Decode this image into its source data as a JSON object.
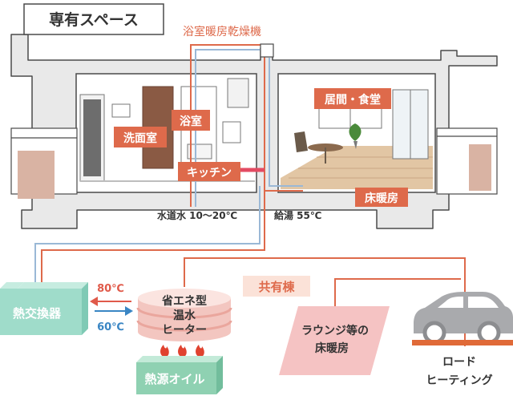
{
  "header": {
    "title": "専有スペース"
  },
  "bathroom_dryer": {
    "label": "浴室暖房乾燥機"
  },
  "rooms": {
    "washroom": "洗面室",
    "bathroom": "浴室",
    "kitchen": "キッチン",
    "living": "居間・食堂",
    "floor_heating": "床暖房"
  },
  "water": {
    "tap": "水道水 10〜20℃",
    "hot": "給湯 55℃"
  },
  "equipment": {
    "heat_exchanger": "熱交換器",
    "heater_lines": [
      "省エネ型",
      "温水",
      "ヒーター"
    ],
    "heat_source": "熱源オイル",
    "temp_out": "80℃",
    "temp_in": "60℃"
  },
  "shared": {
    "title": "共有棟",
    "lounge_lines": [
      "ラウンジ等の",
      "床暖房"
    ],
    "road_lines": [
      "ロード",
      "ヒーティング"
    ]
  },
  "colors": {
    "accent": "#de6a4b",
    "pipe_blue": "#9ab8d6",
    "arrow_blue": "#3a86c4",
    "outline": "#4a4a4a",
    "cross_section": "#e9e9e9",
    "floor_wood": "#e2c6a4",
    "exchanger_green": "#9fdcca",
    "oil_green": "#8fd1b2",
    "lounge_pink": "#f5c3c3",
    "car_gray": "#a9aaad",
    "road_orange": "#e06a38"
  }
}
